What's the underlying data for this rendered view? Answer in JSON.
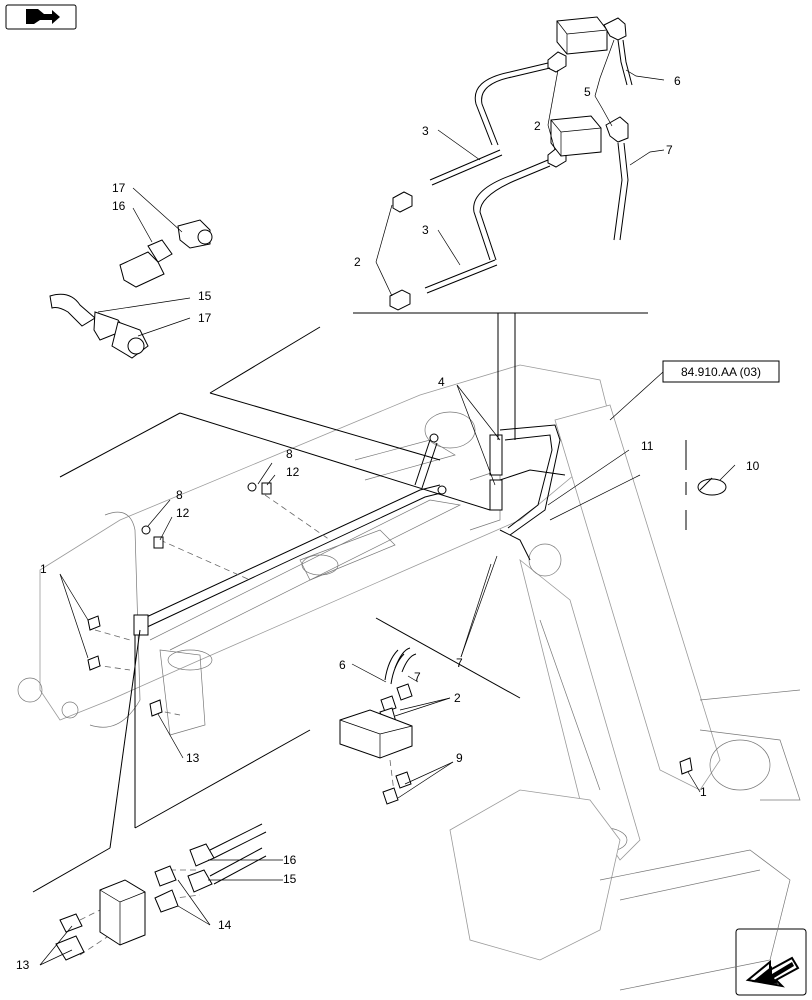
{
  "callouts": {
    "c1a": "1",
    "c1b": "1",
    "c2a": "2",
    "c2b": "2",
    "c2c": "2",
    "c3a": "3",
    "c3b": "3",
    "c4": "4",
    "c5": "5",
    "c6a": "6",
    "c6b": "6",
    "c7a": "7",
    "c7b": "7",
    "c7c": "7",
    "c8a": "8",
    "c8b": "8",
    "c9": "9",
    "c10": "10",
    "c11": "11",
    "c12a": "12",
    "c12b": "12",
    "c13a": "13",
    "c13b": "13",
    "c14": "14",
    "c15a": "15",
    "c15b": "15",
    "c16a": "16",
    "c16b": "16",
    "c17a": "17",
    "c17b": "17"
  },
  "reference": {
    "label": "84.910.AA (03)"
  },
  "icons": {
    "top_left": "book-arrow-icon",
    "bottom_right": "next-page-arrow-icon"
  },
  "colors": {
    "line": "#000000",
    "ghost": "#9a9a9a",
    "background": "#ffffff"
  }
}
